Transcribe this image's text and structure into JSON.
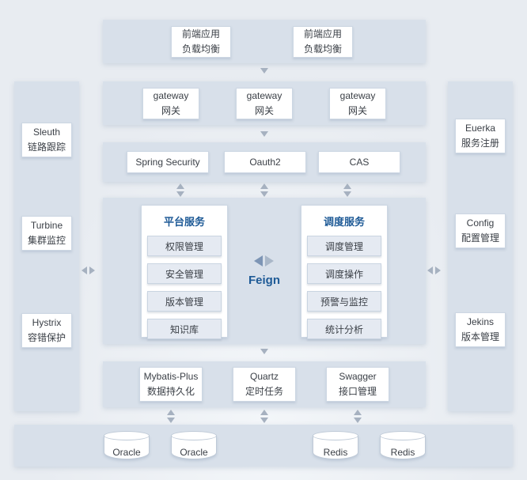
{
  "colors": {
    "page_bg": "#e8ecf1",
    "band_bg": "#d8e0ea",
    "box_bg": "#ffffff",
    "item_bg": "#e5eaf2",
    "accent_blue": "#1e5a96",
    "arrow_gray": "#a6b1c0",
    "text": "#3a3f46"
  },
  "frontend": {
    "boxes": [
      {
        "line1": "前端应用",
        "line2": "负载均衡"
      },
      {
        "line1": "前端应用",
        "line2": "负载均衡"
      }
    ]
  },
  "gateway": {
    "boxes": [
      {
        "line1": "gateway",
        "line2": "网关"
      },
      {
        "line1": "gateway",
        "line2": "网关"
      },
      {
        "line1": "gateway",
        "line2": "网关"
      }
    ]
  },
  "security": {
    "boxes": [
      "Spring Security",
      "Oauth2",
      "CAS"
    ]
  },
  "platform": {
    "title": "平台服务",
    "items": [
      "权限管理",
      "安全管理",
      "版本管理",
      "知识库"
    ]
  },
  "schedule": {
    "title": "调度服务",
    "items": [
      "调度管理",
      "调度操作",
      "预警与监控",
      "统计分析"
    ]
  },
  "feign": {
    "label": "Feign"
  },
  "middleware": {
    "boxes": [
      {
        "line1": "Mybatis-Plus",
        "line2": "数据持久化"
      },
      {
        "line1": "Quartz",
        "line2": "定时任务"
      },
      {
        "line1": "Swagger",
        "line2": "接口管理"
      }
    ]
  },
  "left_sidebar": {
    "boxes": [
      {
        "line1": "Sleuth",
        "line2": "链路跟踪"
      },
      {
        "line1": "Turbine",
        "line2": "集群监控"
      },
      {
        "line1": "Hystrix",
        "line2": "容错保护"
      }
    ]
  },
  "right_sidebar": {
    "boxes": [
      {
        "line1": "Euerka",
        "line2": "服务注册"
      },
      {
        "line1": "Config",
        "line2": "配置管理"
      },
      {
        "line1": "Jekins",
        "line2": "版本管理"
      }
    ]
  },
  "databases": [
    "Oracle",
    "Oracle",
    "Redis",
    "Redis"
  ]
}
